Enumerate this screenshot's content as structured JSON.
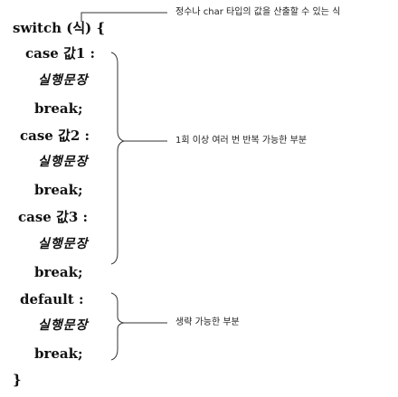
{
  "code": {
    "switch_line": "switch (식) {",
    "case1": "case 값1 :",
    "case2": "case 값2 :",
    "case3": "case 값3 :",
    "statement": "실행문장",
    "break": "break;",
    "default": "default :",
    "close": "}"
  },
  "notes": {
    "expr_note": "정수나 char 타입의 값을 산출할 수 있는 식",
    "repeat_note": "1회 이상 여러 번 반복 가능한 부분",
    "optional_note": "생략 가능한 부분"
  }
}
